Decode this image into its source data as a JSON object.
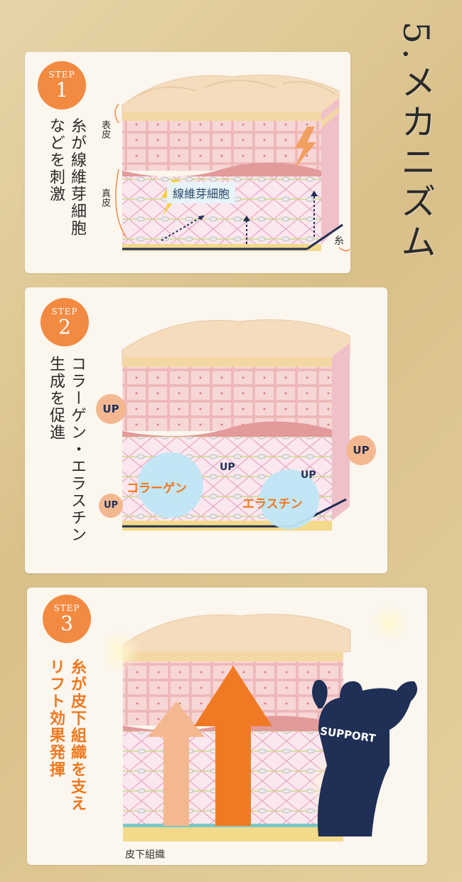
{
  "title": "5.メカニズム",
  "step_label": "STEP",
  "steps": [
    {
      "number": "1",
      "text": "糸が線維芽細胞など を刺激",
      "text_col1": "糸が線維芽細胞",
      "text_col2": "などを刺激",
      "epidermis_label": "表皮",
      "dermis_label": "真皮",
      "fibroblast_label": "線維芽細胞",
      "thread_label": "糸"
    },
    {
      "number": "2",
      "text_col1": "コラーゲン・エラスチン",
      "text_col2": "生成を促進",
      "up_label": "UP",
      "collagen_label": "コラーゲン",
      "elastin_label": "エラスチン"
    },
    {
      "number": "3",
      "text_col1": "糸が皮下組織を支え",
      "text_col2": "リフト効果発揮",
      "support_label": "SUPPORT",
      "subcutaneous_label": "皮下組織"
    }
  ],
  "colors": {
    "badge": "#f28a42",
    "accent_orange": "#f0781e",
    "navy": "#1f2f55",
    "up_circle": "#f4b890",
    "bubble": "#bfe6f5"
  }
}
